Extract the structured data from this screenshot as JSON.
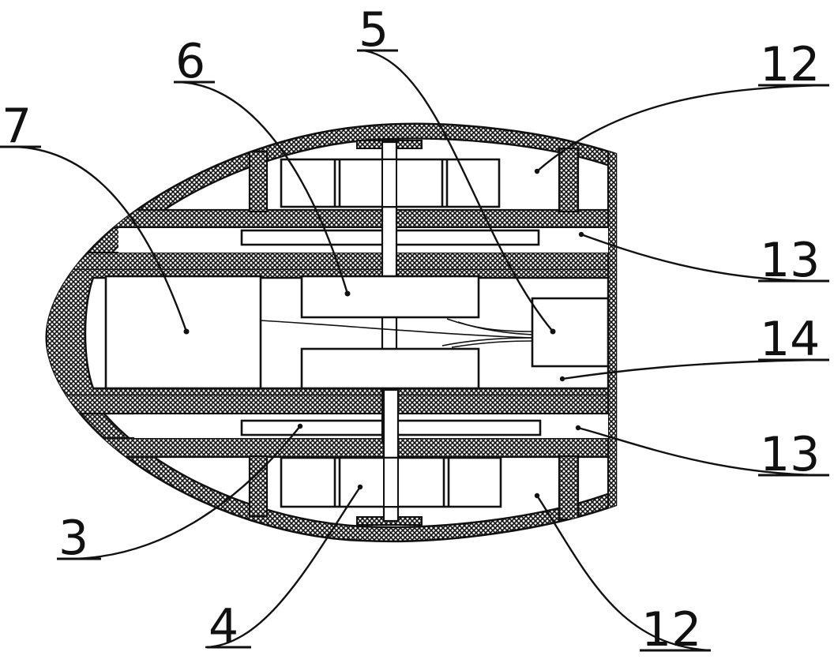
{
  "figure": {
    "labels": {
      "top_left_7": "7",
      "top_6": "6",
      "top_5": "5",
      "top_right_12": "12",
      "right_13_upper": "13",
      "right_14": "14",
      "right_13_lower": "13",
      "bottom_left_3": "3",
      "bottom_4": "4",
      "bottom_right_12": "12"
    },
    "colors": {
      "ink": "#111111",
      "hatch": "#111111",
      "background": "#ffffff"
    }
  }
}
